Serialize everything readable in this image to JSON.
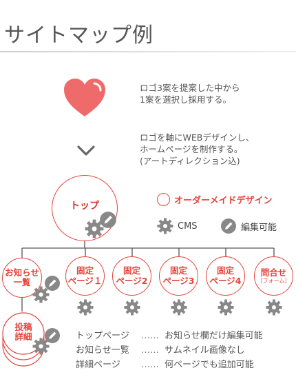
{
  "page": {
    "title": "サイトマップ例"
  },
  "notes": {
    "logo": [
      "ロゴ3案を提案した中から",
      "1案を選択し採用する。"
    ],
    "web": [
      "ロゴを軸にWEBデザインし、",
      "ホームページを制作する。",
      "(アートディレクション込)"
    ]
  },
  "legend": {
    "custom_design": "オーダーメイドデザイン",
    "cms": "CMS",
    "editable": "編集可能"
  },
  "nodes": {
    "top": "トップ",
    "news_list": [
      "お知らせ",
      "一覧"
    ],
    "post_detail": [
      "投稿",
      "詳細"
    ],
    "fixed1": [
      "固定",
      "ページ１"
    ],
    "fixed2": [
      "固定",
      "ページ2"
    ],
    "fixed3": [
      "固定",
      "ページ3"
    ],
    "fixed4": [
      "固定",
      "ページ4"
    ],
    "contact": [
      "問合せ",
      "［フォーム］"
    ]
  },
  "info": [
    {
      "key": "トップページ",
      "dots": "……",
      "desc": "お知らせ欄だけ編集可能"
    },
    {
      "key": "お知らせ一覧",
      "dots": "……",
      "desc": "サムネイル画像なし"
    },
    {
      "key": "詳細ページ",
      "dots": "……",
      "desc": "何ページでも追加可能"
    }
  ],
  "colors": {
    "accent": "#e5433a",
    "heart": "#ef6b6b",
    "gear": "#888888",
    "line": "#555555"
  },
  "icons": [
    "heart-icon",
    "chevron-down-icon",
    "gear-icon",
    "pencil-icon"
  ]
}
